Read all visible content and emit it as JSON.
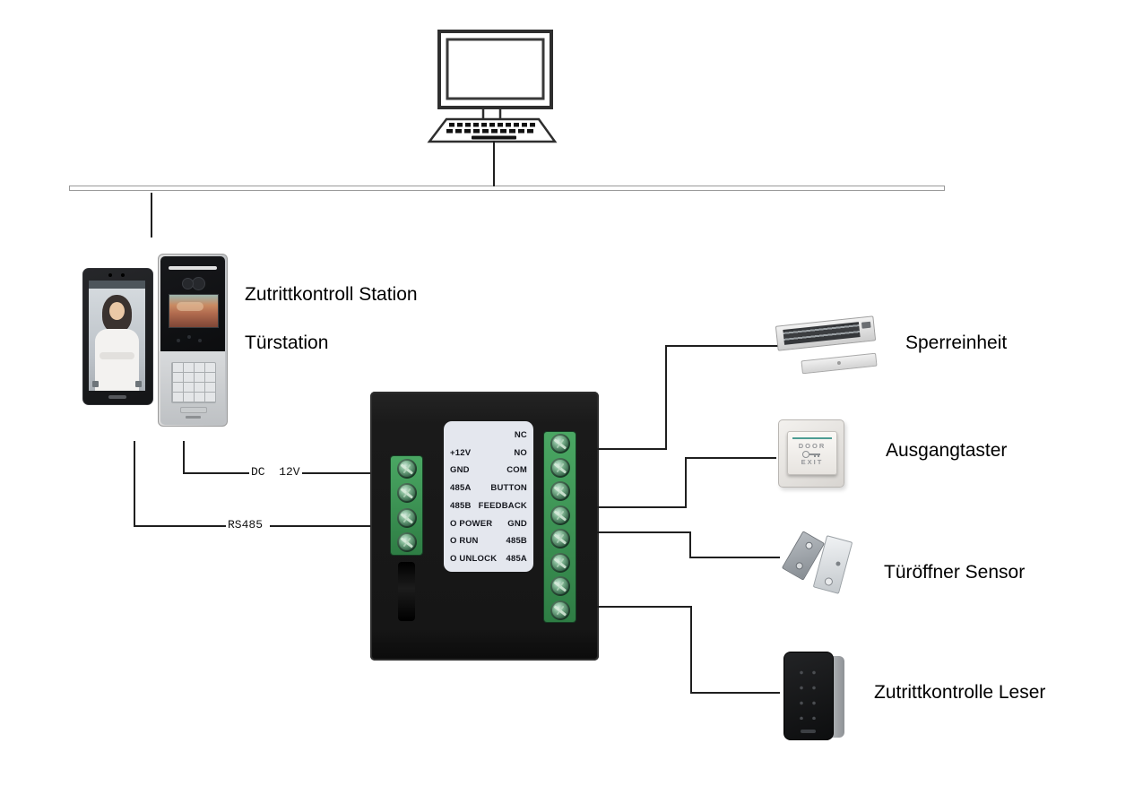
{
  "diagram": {
    "device_labels": {
      "access_station": "Zutrittkontroll Station",
      "door_station": "Türstation",
      "lock_unit": "Sperreinheit",
      "exit_button": "Ausgangtaster",
      "door_sensor": "Türöffner Sensor",
      "access_reader": "Zutrittkontrolle Leser"
    },
    "wire_labels": {
      "dc12v": "DC  12V",
      "rs485": "RS485"
    },
    "module": {
      "rows": [
        {
          "left": "",
          "right": "NC"
        },
        {
          "left": "+12V",
          "right": "NO"
        },
        {
          "left": "GND",
          "right": "COM"
        },
        {
          "left": "485A",
          "right": "BUTTON"
        },
        {
          "left": "485B",
          "right": "FEEDBACK"
        },
        {
          "left": "O POWER",
          "right": "GND"
        },
        {
          "left": "O RUN",
          "right": "485B"
        },
        {
          "left": "O UNLOCK",
          "right": "485A"
        }
      ]
    },
    "exit_button_device": {
      "top_text": "DOOR",
      "bottom_text": "EXIT"
    },
    "colors": {
      "wire": "#1f1f1f",
      "module_body": "#181818",
      "terminal_green": "#35914d",
      "module_label_bg": "#e4e7ee",
      "exit_button_teal": "#4d9d93"
    }
  }
}
